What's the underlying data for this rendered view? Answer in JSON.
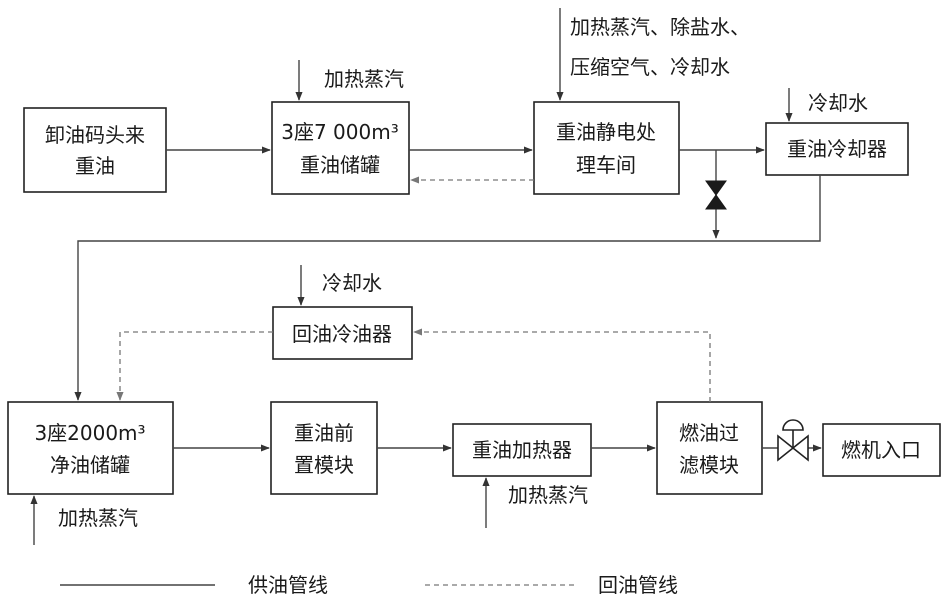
{
  "nodes": {
    "unloading_dock": [
      "卸油码头来",
      "重油"
    ],
    "raw_tanks": [
      "3座7 000m³",
      "重油储罐"
    ],
    "electrostatic": [
      "重油静电处",
      "理车间"
    ],
    "heavy_oil_cooler": [
      "重油冷却器"
    ],
    "return_oil_cooler": [
      "回油冷油器"
    ],
    "clean_tanks": [
      "3座2000m³",
      "净油储罐"
    ],
    "pre_module": [
      "重油前",
      "置模块"
    ],
    "heater": [
      "重油加热器"
    ],
    "filter_module": [
      "燃油过",
      "滤模块"
    ],
    "turbine_inlet": [
      "燃机入口"
    ]
  },
  "inputs": {
    "steam_raw_tanks": "加热蒸汽",
    "electrostatic_utilities": [
      "加热蒸汽、除盐水、",
      "压缩空气、冷却水"
    ],
    "cooling_water_cooler": "冷却水",
    "cooling_water_return_cooler": "冷却水",
    "steam_clean_tanks": "加热蒸汽",
    "steam_heater": "加热蒸汽"
  },
  "legend": {
    "supply": "供油管线",
    "return": "回油管线"
  },
  "colors": {
    "line": "#444444",
    "return_line": "#777777",
    "box_stroke": "#222222"
  }
}
